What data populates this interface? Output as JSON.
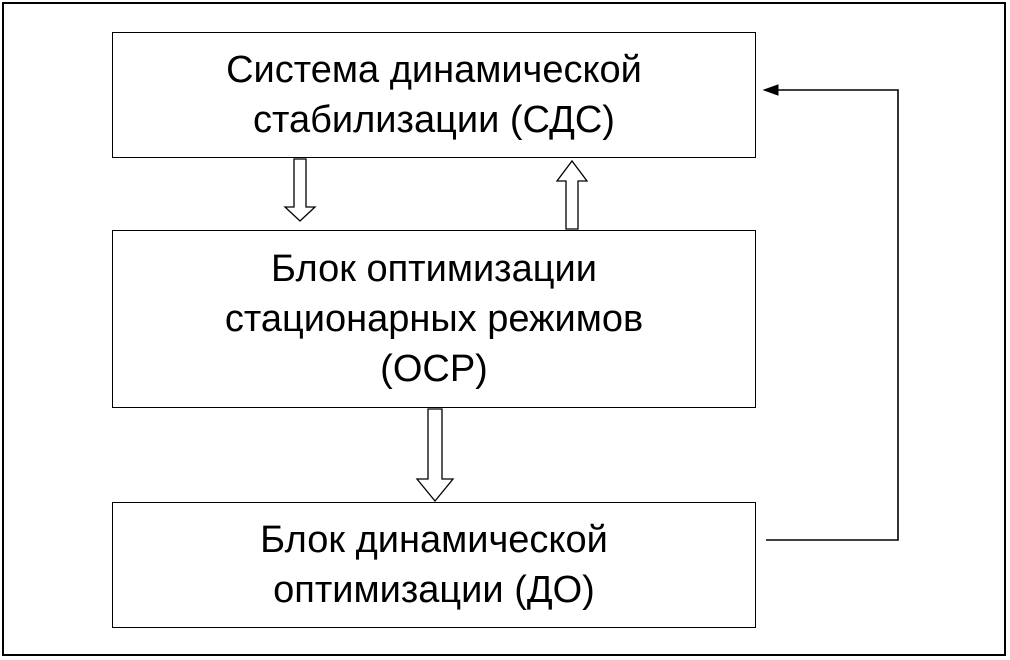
{
  "diagram": {
    "blocks": [
      {
        "id": "sds",
        "lines": [
          "Система динамической",
          "стабилизации (СДС)"
        ]
      },
      {
        "id": "osr",
        "lines": [
          "Блок оптимизации",
          "стационарных режимов",
          "(ОСР)"
        ]
      },
      {
        "id": "do",
        "lines": [
          "Блок динамической",
          "оптимизации (ДО)"
        ]
      }
    ],
    "connections": [
      {
        "from": "sds",
        "to": "osr",
        "style": "hollow-arrow"
      },
      {
        "from": "osr",
        "to": "sds",
        "style": "hollow-arrow"
      },
      {
        "from": "osr",
        "to": "do",
        "style": "hollow-arrow"
      },
      {
        "from": "do",
        "to": "sds",
        "style": "line-arrow",
        "route": "right-side feedback loop"
      }
    ]
  }
}
